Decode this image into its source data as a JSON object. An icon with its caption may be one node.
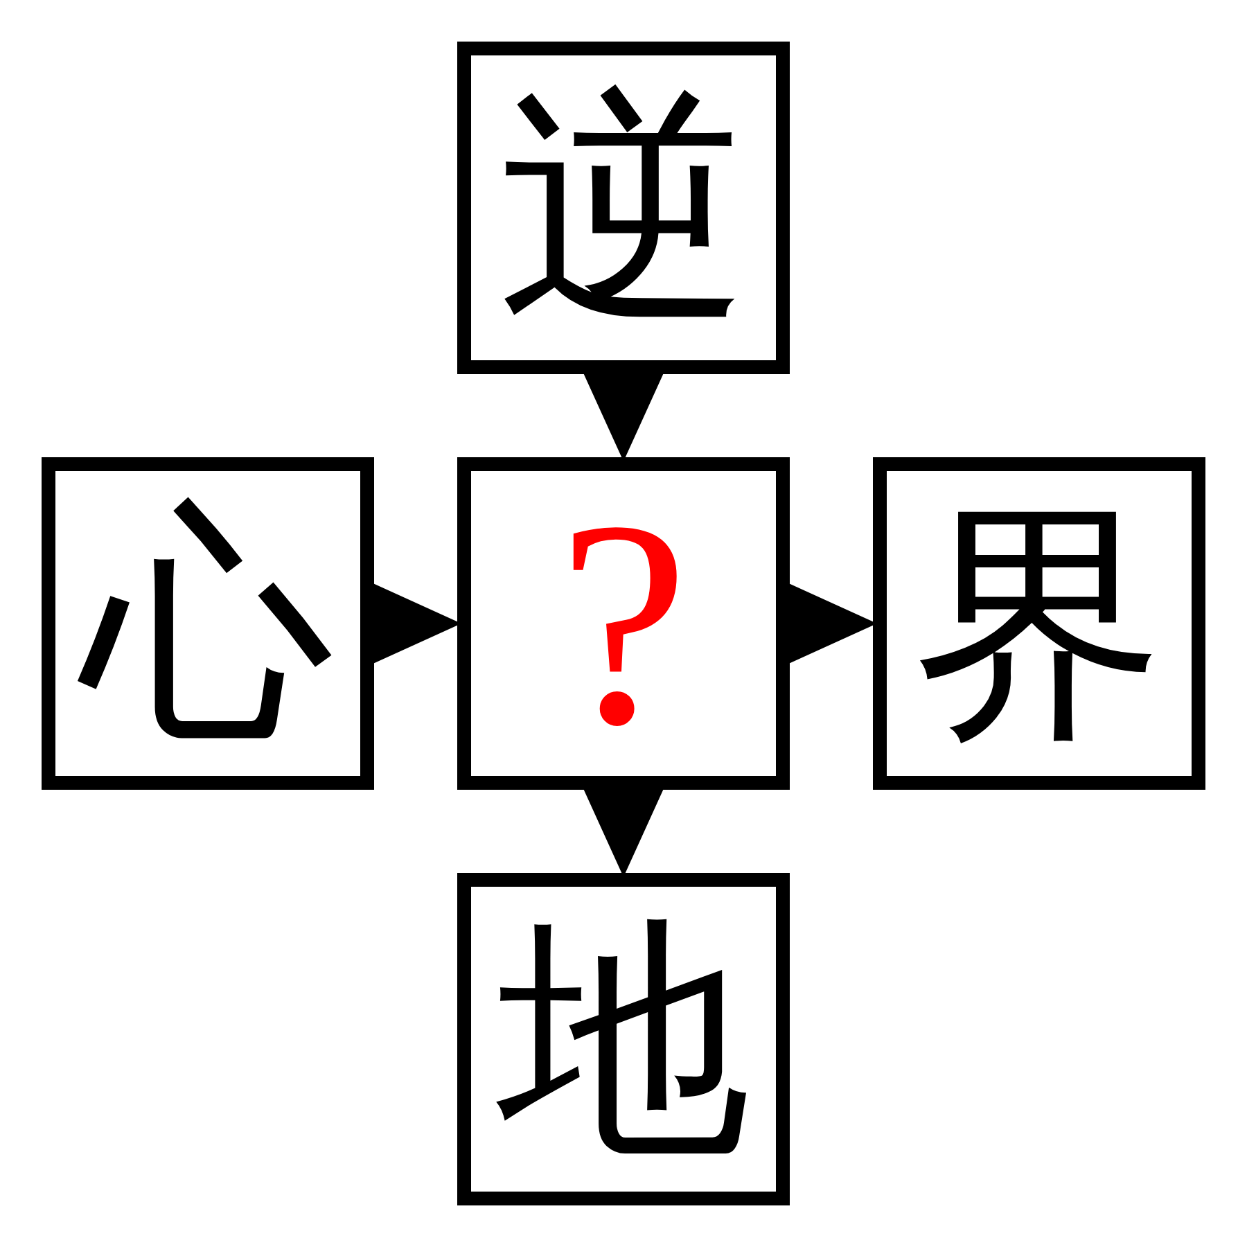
{
  "diagram": {
    "nodes": [
      {
        "text": [
          "逆"
        ]
      },
      {
        "text": [
          "心"
        ]
      },
      {
        "text": [
          "?"
        ]
      },
      {
        "text": [
          "界"
        ]
      },
      {
        "text": [
          "地"
        ]
      }
    ],
    "edges": [
      {
        "from": 0,
        "to": 2,
        "arrow": "to"
      },
      {
        "from": 1,
        "to": 2,
        "arrow": "to"
      },
      {
        "from": 2,
        "to": 3,
        "arrow": "to"
      },
      {
        "from": 2,
        "to": 4,
        "arrow": "to"
      }
    ]
  }
}
